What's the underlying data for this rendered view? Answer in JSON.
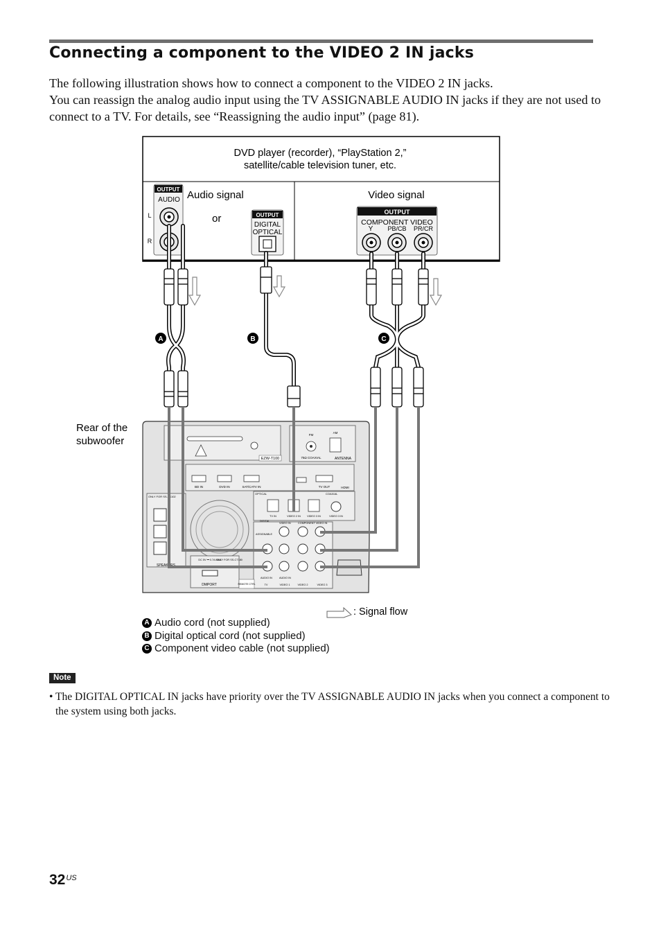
{
  "section": {
    "title": "Connecting a component to the VIDEO 2 IN jacks",
    "intro_line1": "The following illustration shows how to connect a component to the VIDEO 2 IN jacks.",
    "intro_line2": "You can reassign the analog audio input using the TV ASSIGNABLE AUDIO IN jacks if they are not used to connect to a TV. For details, see “Reassigning the audio input” (page 81)."
  },
  "diagram": {
    "source_device_line1": "DVD player (recorder), “PlayStation 2,”",
    "source_device_line2": "satellite/cable television tuner, etc.",
    "audio_signal_label": "Audio signal",
    "or_label": "or",
    "video_signal_label": "Video signal",
    "output_tag": "OUTPUT",
    "audio_jack_label": "AUDIO",
    "audio_l": "L",
    "audio_r": "R",
    "digital_label": "DIGITAL",
    "optical_label": "OPTICAL",
    "component_video_label": "COMPONENT VIDEO",
    "comp_y": "Y",
    "comp_pb": "PB/CB",
    "comp_pr": "PR/CR",
    "cord_a": "A",
    "cord_b": "B",
    "cord_c": "C",
    "rear_label_line1": "Rear of the",
    "rear_label_line2": "subwoofer",
    "panel": {
      "model": "EZW-T100",
      "antenna": "ANTENNA",
      "fm": "FM",
      "am": "AM",
      "fm_coax": "75Ω COAXIAL",
      "hdmi": "HDMI",
      "bd_in": "BD IN",
      "dvd_in": "DVD IN",
      "sat_in": "SAT/CATV IN",
      "tv_out": "TV OUT",
      "optical": "OPTICAL",
      "coaxial": "COAXIAL",
      "tv_in": "TV IN",
      "video2_in": "VIDEO 2 IN",
      "video3_in": "VIDEO 3 IN",
      "video3_in_coax": "VIDEO 3 IN",
      "digital": "DIGITAL",
      "video_in": "VIDEO IN",
      "component_video_in": "COMPONENT VIDEO IN",
      "assignable": "ASSIGNABLE",
      "audio_in": "AUDIO IN",
      "tv": "TV",
      "video1": "VIDEO 1",
      "video2": "VIDEO 2",
      "video3": "VIDEO 3",
      "speakers": "SPEAKERS",
      "only_for": "ONLY FOR SS-TS102",
      "dmport": "DMPORT",
      "remote_ctrl": "REMOTE CTRL",
      "dc": "DC 5V ⎓ 0.7A MAX",
      "only_for_ss": "ONLY FOR SS-CT180"
    },
    "signal_flow_label": ": Signal flow"
  },
  "legend": [
    {
      "key": "A",
      "text": "Audio cord (not supplied)"
    },
    {
      "key": "B",
      "text": "Digital optical cord (not supplied)"
    },
    {
      "key": "C",
      "text": "Component video cable (not supplied)"
    }
  ],
  "note": {
    "badge": "Note",
    "text": "• The DIGITAL OPTICAL IN jacks have priority over the TV ASSIGNABLE AUDIO IN jacks when you connect a component to the system using both jacks."
  },
  "page": {
    "number": "32",
    "suffix": "US"
  }
}
